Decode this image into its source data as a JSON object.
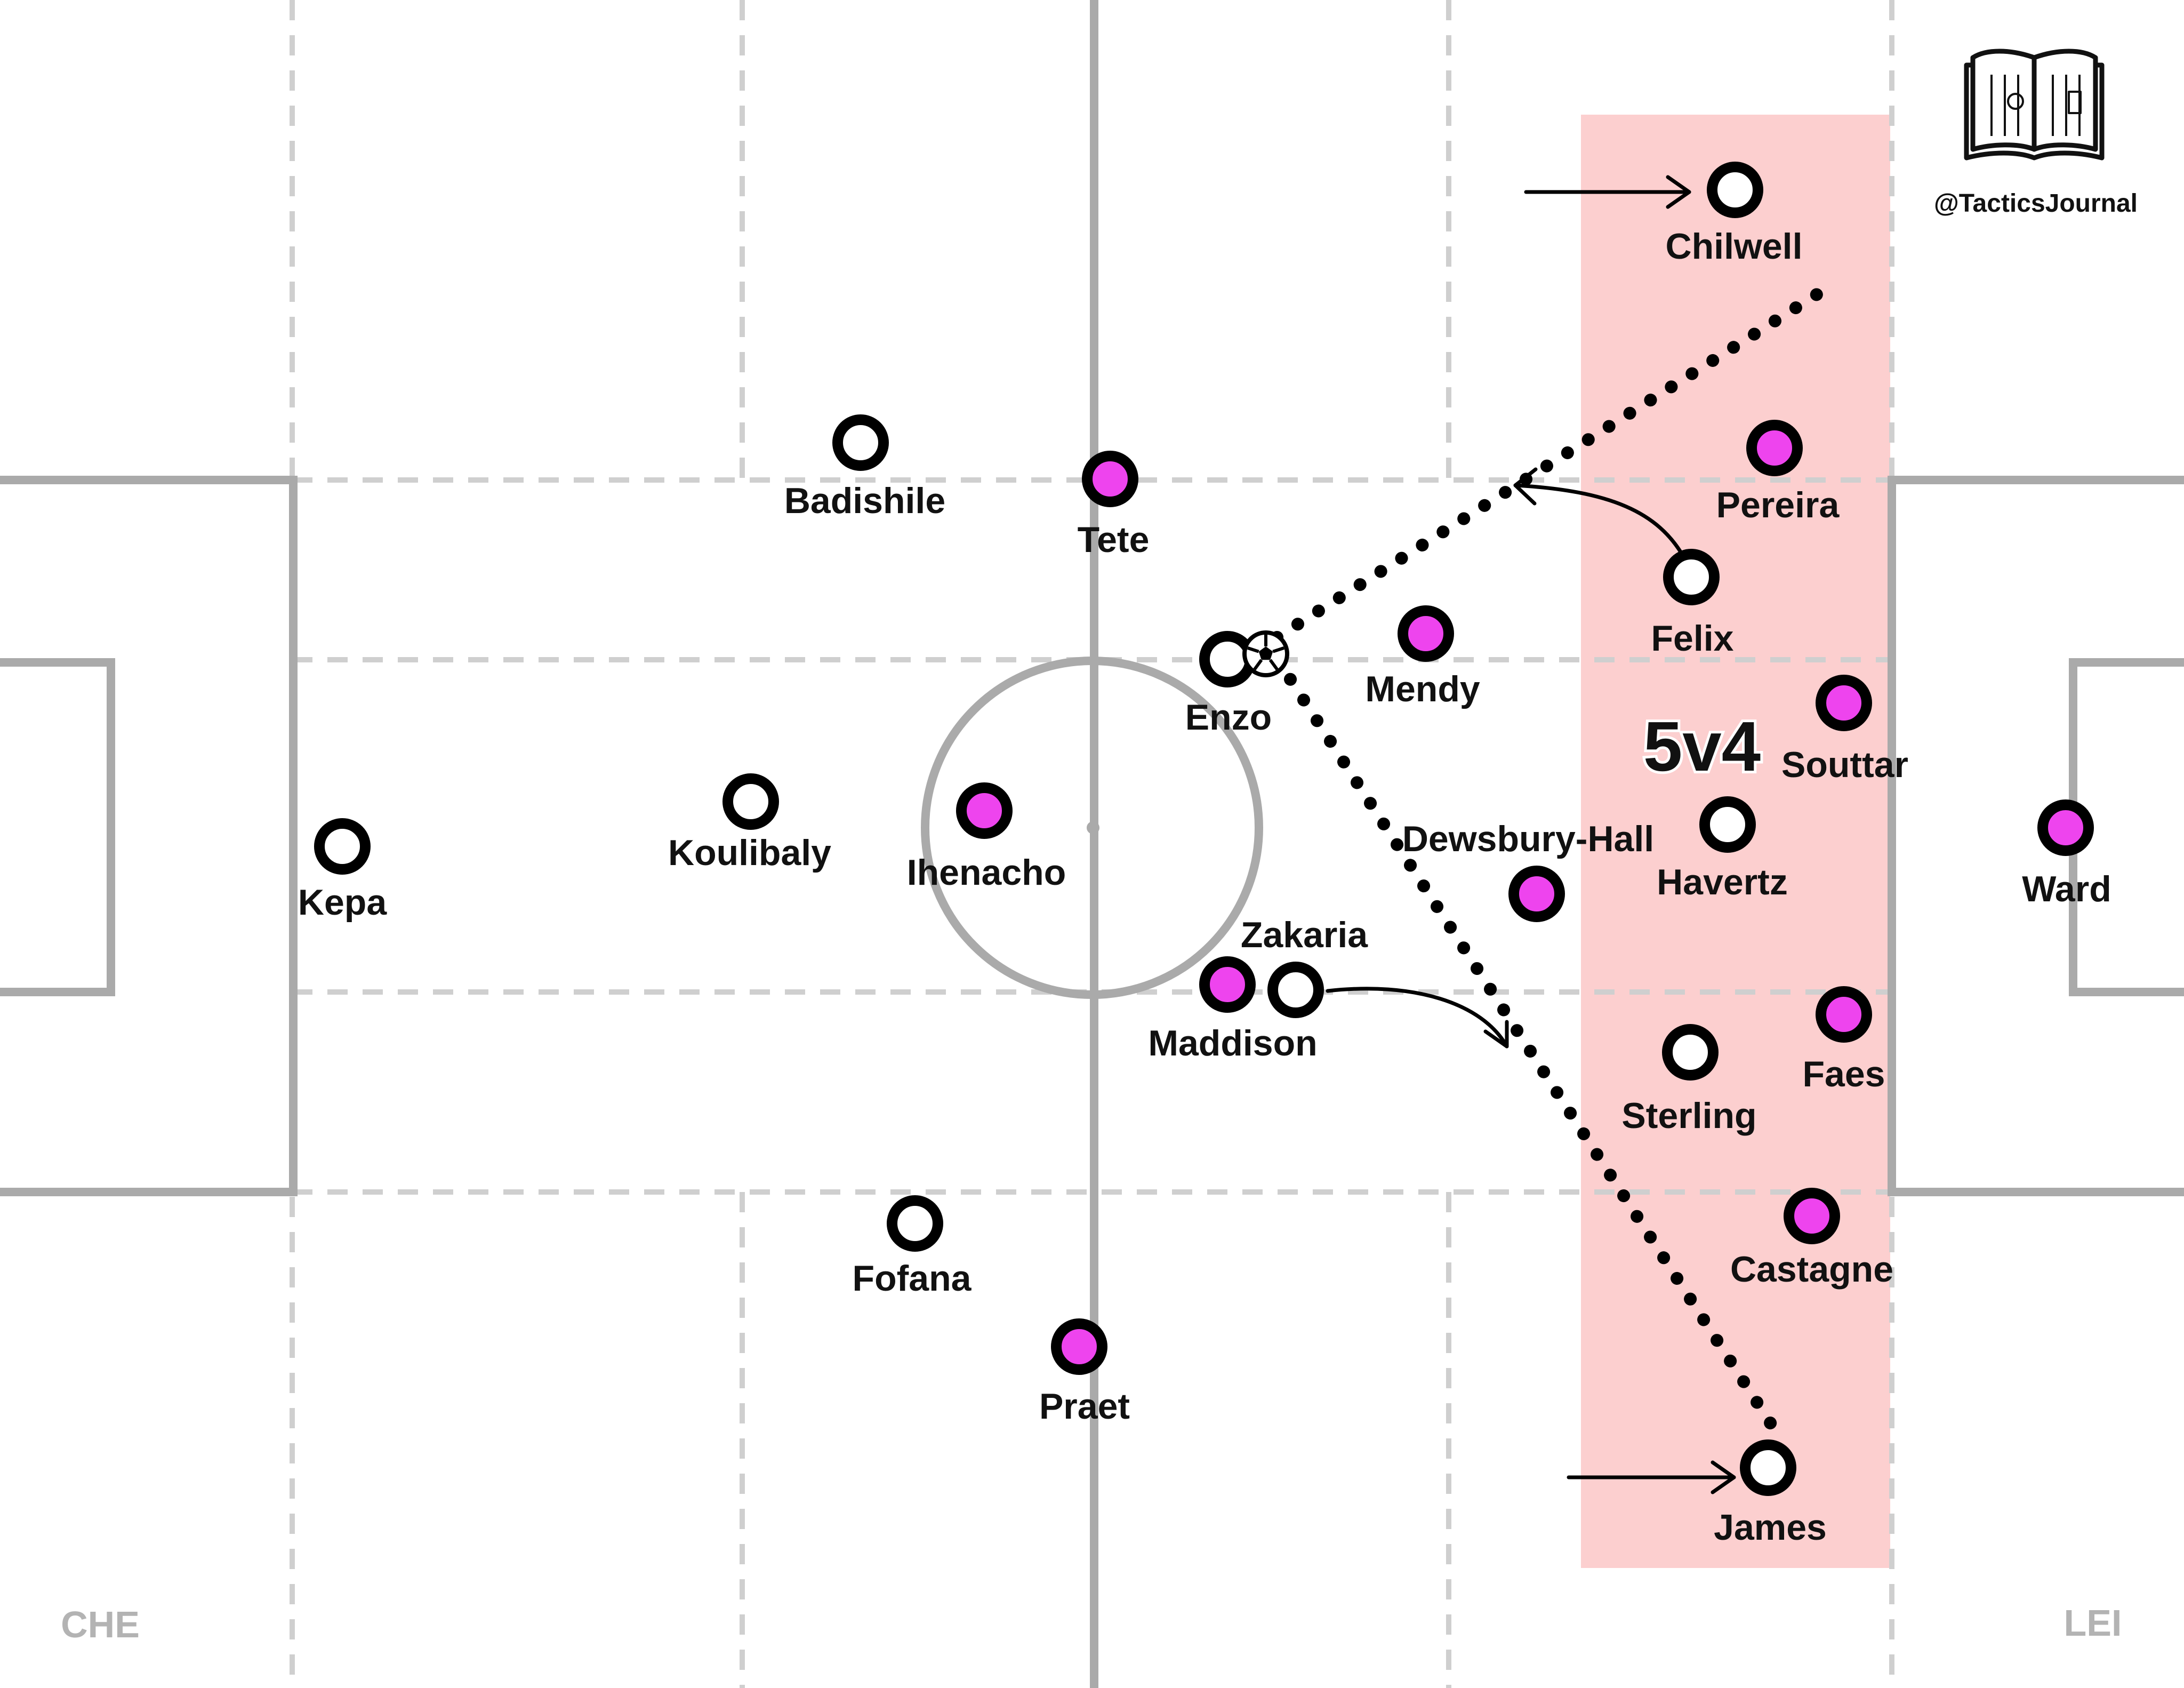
{
  "teams": {
    "left": {
      "label": "CHE",
      "fill": "#ffffff"
    },
    "right": {
      "label": "LEI",
      "fill": "#ee44ee"
    }
  },
  "colors": {
    "zone_fill": "#fccfcf",
    "pitch_lines": "#aaaaaa",
    "dashed_lines": "#cfcfcf",
    "marker_stroke": "#000000"
  },
  "overload_label": "5v4",
  "branding": {
    "handle": "@TacticsJournal",
    "icon": "open-book-icon"
  },
  "players": [
    {
      "id": "kepa",
      "name": "Kepa",
      "team": "left"
    },
    {
      "id": "koulibaly",
      "name": "Koulibaly",
      "team": "left"
    },
    {
      "id": "badishile",
      "name": "Badishile",
      "team": "left"
    },
    {
      "id": "fofana",
      "name": "Fofana",
      "team": "left"
    },
    {
      "id": "enzo",
      "name": "Enzo",
      "team": "left",
      "has_ball": true
    },
    {
      "id": "zakaria",
      "name": "Zakaria",
      "team": "left"
    },
    {
      "id": "chilwell",
      "name": "Chilwell",
      "team": "left"
    },
    {
      "id": "felix",
      "name": "Felix",
      "team": "left"
    },
    {
      "id": "havertz",
      "name": "Havertz",
      "team": "left"
    },
    {
      "id": "sterling",
      "name": "Sterling",
      "team": "left"
    },
    {
      "id": "james",
      "name": "James",
      "team": "left"
    },
    {
      "id": "tete",
      "name": "Tete",
      "team": "right"
    },
    {
      "id": "ihenacho",
      "name": "Ihenacho",
      "team": "right"
    },
    {
      "id": "praet",
      "name": "Praet",
      "team": "right"
    },
    {
      "id": "maddison",
      "name": "Maddison",
      "team": "right"
    },
    {
      "id": "mendy",
      "name": "Mendy",
      "team": "right"
    },
    {
      "id": "dewsbury-hall",
      "name": "Dewsbury-Hall",
      "team": "right"
    },
    {
      "id": "pereira",
      "name": "Pereira",
      "team": "right"
    },
    {
      "id": "souttar",
      "name": "Souttar",
      "team": "right"
    },
    {
      "id": "faes",
      "name": "Faes",
      "team": "right"
    },
    {
      "id": "castagne",
      "name": "Castagne",
      "team": "right"
    },
    {
      "id": "ward",
      "name": "Ward",
      "team": "right"
    }
  ]
}
